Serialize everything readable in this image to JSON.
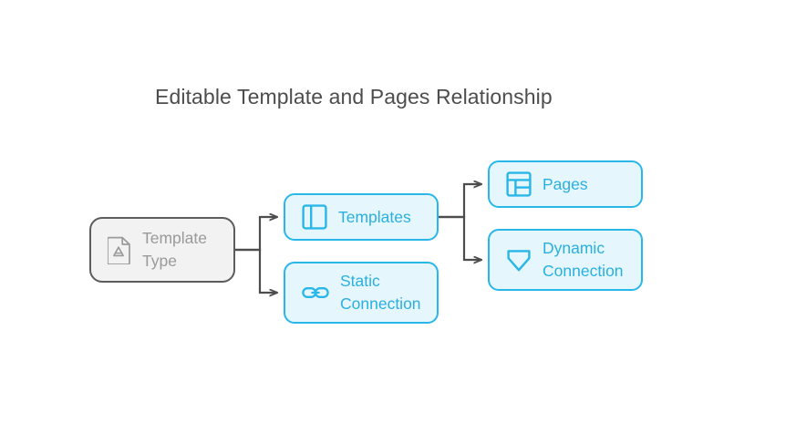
{
  "diagram": {
    "title": "Editable Template and Pages Relationship",
    "background_color": "#ffffff",
    "title_color": "#4d4d4d",
    "accent_color": "#29b6e8",
    "accent_fill_color": "#e6f6fd",
    "muted_border_color": "#5c5c5c",
    "muted_fill_color": "#f2f2f2",
    "muted_text_color": "#9a9a9a",
    "edge_color": "#4d4d4d",
    "nodes": [
      {
        "id": "template-type",
        "label": "Template\nType",
        "icon": "file-template-icon",
        "style": "muted"
      },
      {
        "id": "templates",
        "label": "Templates",
        "icon": "layout-sidebar-icon",
        "style": "accent"
      },
      {
        "id": "static-connection",
        "label": "Static\nConnection",
        "icon": "chain-link-icon",
        "style": "accent"
      },
      {
        "id": "pages",
        "label": "Pages",
        "icon": "table-layout-icon",
        "style": "accent"
      },
      {
        "id": "dynamic-connection",
        "label": "Dynamic\nConnection",
        "icon": "shield-down-icon",
        "style": "accent"
      }
    ],
    "edges": [
      {
        "from": "template-type",
        "to": "templates",
        "arrow": true
      },
      {
        "from": "template-type",
        "to": "static-connection",
        "arrow": true
      },
      {
        "from": "templates",
        "to": "pages",
        "arrow": true
      },
      {
        "from": "templates",
        "to": "dynamic-connection",
        "arrow": true
      }
    ]
  }
}
